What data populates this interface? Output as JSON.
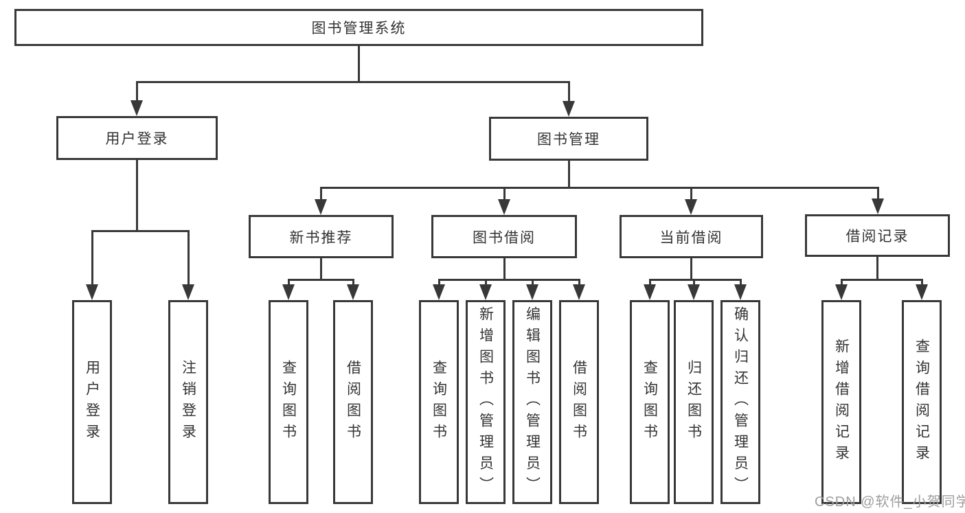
{
  "diagram": {
    "root": {
      "label": "图书管理系统",
      "children": [
        {
          "label": "用户登录",
          "children": [
            {
              "label": "用户登录"
            },
            {
              "label": "注销登录"
            }
          ]
        },
        {
          "label": "图书管理",
          "children": [
            {
              "label": "新书推荐",
              "children": [
                {
                  "label": "查询图书"
                },
                {
                  "label": "借阅图书"
                }
              ]
            },
            {
              "label": "图书借阅",
              "children": [
                {
                  "label": "查询图书"
                },
                {
                  "label": "新增图书（管理员）"
                },
                {
                  "label": "编辑图书（管理员）"
                },
                {
                  "label": "借阅图书"
                }
              ]
            },
            {
              "label": "当前借阅",
              "children": [
                {
                  "label": "查询图书"
                },
                {
                  "label": "归还图书"
                },
                {
                  "label": "确认归还（管理员）"
                }
              ]
            },
            {
              "label": "借阅记录",
              "children": [
                {
                  "label": "新增借阅记录"
                },
                {
                  "label": "查询借阅记录"
                }
              ]
            }
          ]
        }
      ]
    }
  },
  "watermark": {
    "text": "CSDN @软件_小贺同学"
  },
  "colors": {
    "line": "#383838",
    "text": "#333333",
    "background": "#ffffff",
    "watermark": "#9e9e9e"
  }
}
